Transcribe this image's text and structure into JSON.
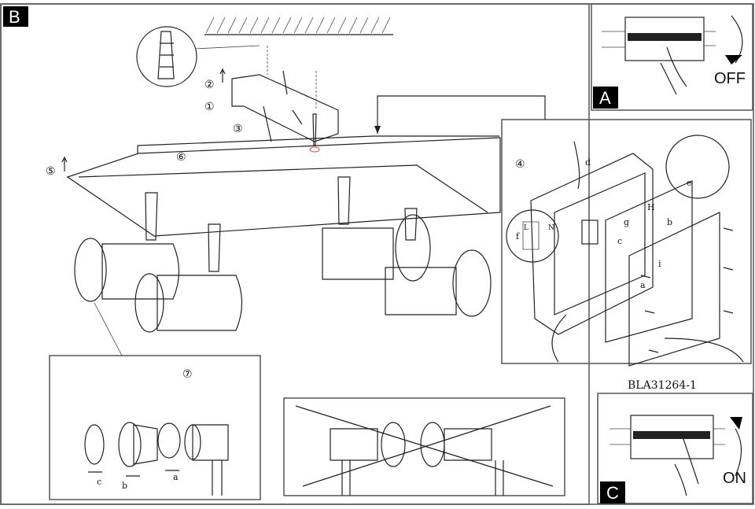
{
  "panels": {
    "main": {
      "badge": "B"
    },
    "switch_off": {
      "badge": "A",
      "label": "OFF"
    },
    "switch_on": {
      "badge": "C",
      "label": "ON"
    },
    "wiring": {
      "step": "④",
      "letters": {
        "d": "d",
        "e": "e",
        "f": "f",
        "g": "g",
        "c": "c",
        "b": "b",
        "H": "H",
        "i": "i",
        "a": "a"
      },
      "terminal": {
        "L": "L",
        "N": "N"
      }
    },
    "lamp_head": {
      "step": "⑦",
      "letters": {
        "c": "c",
        "b": "b",
        "a": "a"
      }
    }
  },
  "steps": {
    "s1": "①",
    "s2": "②",
    "s3": "③",
    "s5": "⑤",
    "s6": "⑥"
  },
  "model_code": "BLA31264-1",
  "colors": {
    "line": "#222222",
    "badge": "#000000",
    "highlight": "#e05050"
  }
}
